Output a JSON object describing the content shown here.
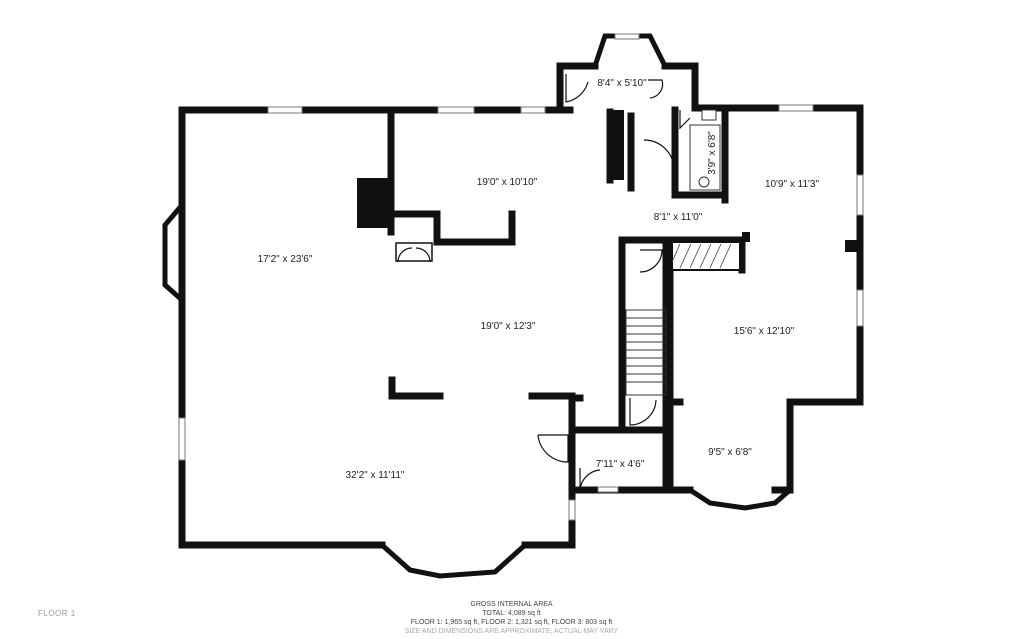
{
  "floor_label": "FLOOR 1",
  "rooms": [
    {
      "id": "r1",
      "label": "17'2\" x 23'6\""
    },
    {
      "id": "r2",
      "label": "19'0\" x 10'10\""
    },
    {
      "id": "r3",
      "label": "19'0\" x 12'3\""
    },
    {
      "id": "r4",
      "label": "32'2\" x 11'11\""
    },
    {
      "id": "r5",
      "label": "8'4\" x 5'10\""
    },
    {
      "id": "r6",
      "label": "3'9\" x 6'8\""
    },
    {
      "id": "r7",
      "label": "8'1\" x 11'0\""
    },
    {
      "id": "r8",
      "label": "10'9\" x 11'3\""
    },
    {
      "id": "r9",
      "label": "15'6\" x 12'10\""
    },
    {
      "id": "r10",
      "label": "9'5\" x 6'8\""
    },
    {
      "id": "r11",
      "label": "7'11\" x 4'6\""
    }
  ],
  "footer": {
    "title": "GROSS INTERNAL AREA",
    "total": "TOTAL: 4,089 sq ft",
    "floors": "FLOOR 1: 1,965 sq ft, FLOOR 2: 1,321 sq ft, FLOOR 3: 803 sq ft",
    "disclaimer": "SIZE AND DIMENSIONS ARE APPROXIMATE, ACTUAL MAY VARY"
  }
}
